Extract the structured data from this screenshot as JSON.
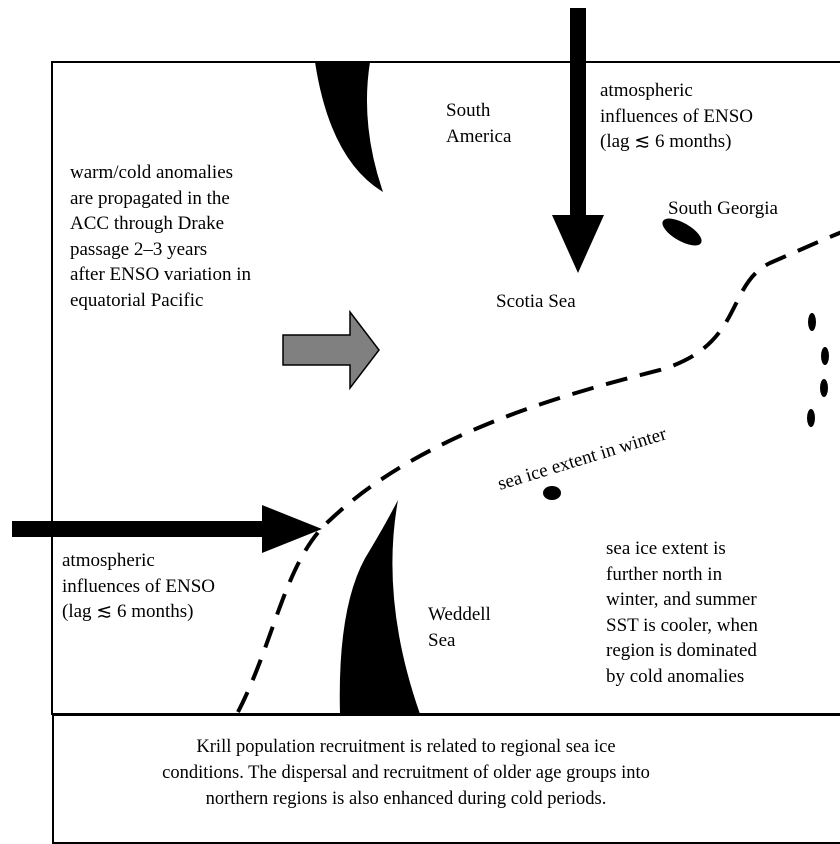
{
  "labels": {
    "south_america": [
      "South",
      "America"
    ],
    "atmos_top": [
      "atmospheric",
      "influences of ENSO",
      "(lag ≲ 6 months)"
    ],
    "south_georgia": "South Georgia",
    "warm_cold": [
      "warm/cold anomalies",
      "are propagated in the",
      "ACC through Drake",
      "passage 2–3 years",
      "after ENSO variation in",
      "equatorial Pacific"
    ],
    "scotia_sea": "Scotia Sea",
    "sea_ice_winter": "sea ice extent in winter",
    "atmos_left": [
      "atmospheric",
      "influences of ENSO",
      "(lag ≲ 6 months)"
    ],
    "weddell_sea": [
      "Weddell",
      "Sea"
    ],
    "sea_ice_north": [
      "sea ice extent is",
      "further north in",
      "winter, and summer",
      "SST is cooler, when",
      "region is dominated",
      "by cold anomalies"
    ]
  },
  "caption": [
    "Krill population recruitment is related to regional sea ice",
    "conditions. The dispersal and recruitment of older age groups into",
    "northern regions is also enhanced during cold periods."
  ],
  "colors": {
    "ink": "#000000",
    "propagation_arrow": "#808080",
    "background": "#ffffff"
  }
}
